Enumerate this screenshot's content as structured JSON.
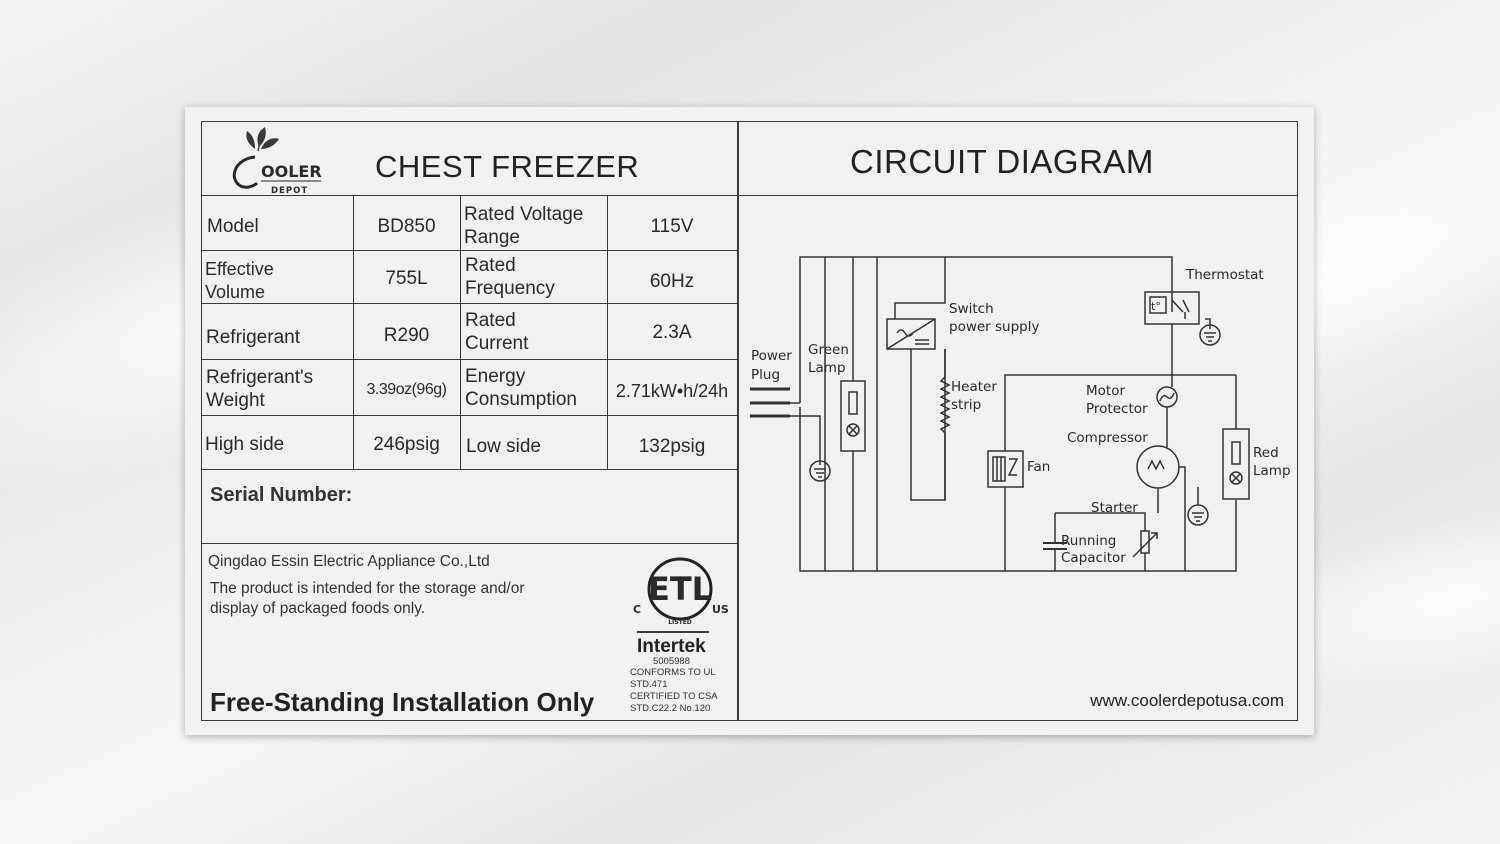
{
  "brand": {
    "logo_text": "OOLER",
    "logo_sub": "DEPOT"
  },
  "product_title": "CHEST FREEZER",
  "specs": {
    "model_label": "Model",
    "model_value": "BD850",
    "rated_voltage_label_1": "Rated Voltage",
    "rated_voltage_label_2": "Range",
    "rated_voltage_value": "115V",
    "effective_volume_label_1": "Effective",
    "effective_volume_label_2": "Volume",
    "effective_volume_value": "755L",
    "rated_frequency_label_1": "Rated",
    "rated_frequency_label_2": "Frequency",
    "rated_frequency_value": "60Hz",
    "refrigerant_label": "Refrigerant",
    "refrigerant_value": "R290",
    "rated_current_label_1": "Rated",
    "rated_current_label_2": "Current",
    "rated_current_value": "2.3A",
    "refrigerant_weight_label_1": "Refrigerant's",
    "refrigerant_weight_label_2": "Weight",
    "refrigerant_weight_value": "3.39oz(96g)",
    "energy_label_1": "Energy",
    "energy_label_2": "Consumption",
    "energy_value": "2.71kW•h/24h",
    "high_side_label": "High side",
    "high_side_value": "246psig",
    "low_side_label": "Low side",
    "low_side_value": "132psig"
  },
  "serial_label": "Serial Number:",
  "manufacturer": "Qingdao Essin Electric Appliance Co.,Ltd",
  "intended_use_1": "The product is intended for the storage and/or",
  "intended_use_2": "display of packaged foods only.",
  "installation_note": "Free-Standing Installation Only",
  "certification": {
    "etl_mark": "ETL",
    "c_mark": "C",
    "us_mark": "US",
    "listed": "LISTED",
    "brand": "Intertek",
    "number": "5005988",
    "line1": "CONFORMS TO UL",
    "line2": "STD.471",
    "line3": "CERTIFIED TO CSA",
    "line4": "STD.C22.2 No.120"
  },
  "circuit_title": "CIRCUIT DIAGRAM",
  "circuit_labels": {
    "power_plug_1": "Power",
    "power_plug_2": "Plug",
    "green_lamp_1": "Green",
    "green_lamp_2": "Lamp",
    "switch_1": "Switch",
    "switch_2": "power supply",
    "heater_1": "Heater",
    "heater_2": "strip",
    "thermostat": "Thermostat",
    "thermostat_symbol": "t°",
    "motor_protector_1": "Motor",
    "motor_protector_2": "Protector",
    "compressor": "Compressor",
    "fan": "Fan",
    "starter": "Starter",
    "running_capacitor_1": "Running",
    "running_capacitor_2": "Capacitor",
    "red_lamp_1": "Red",
    "red_lamp_2": "Lamp"
  },
  "website": "www.coolerdepotusa.com"
}
